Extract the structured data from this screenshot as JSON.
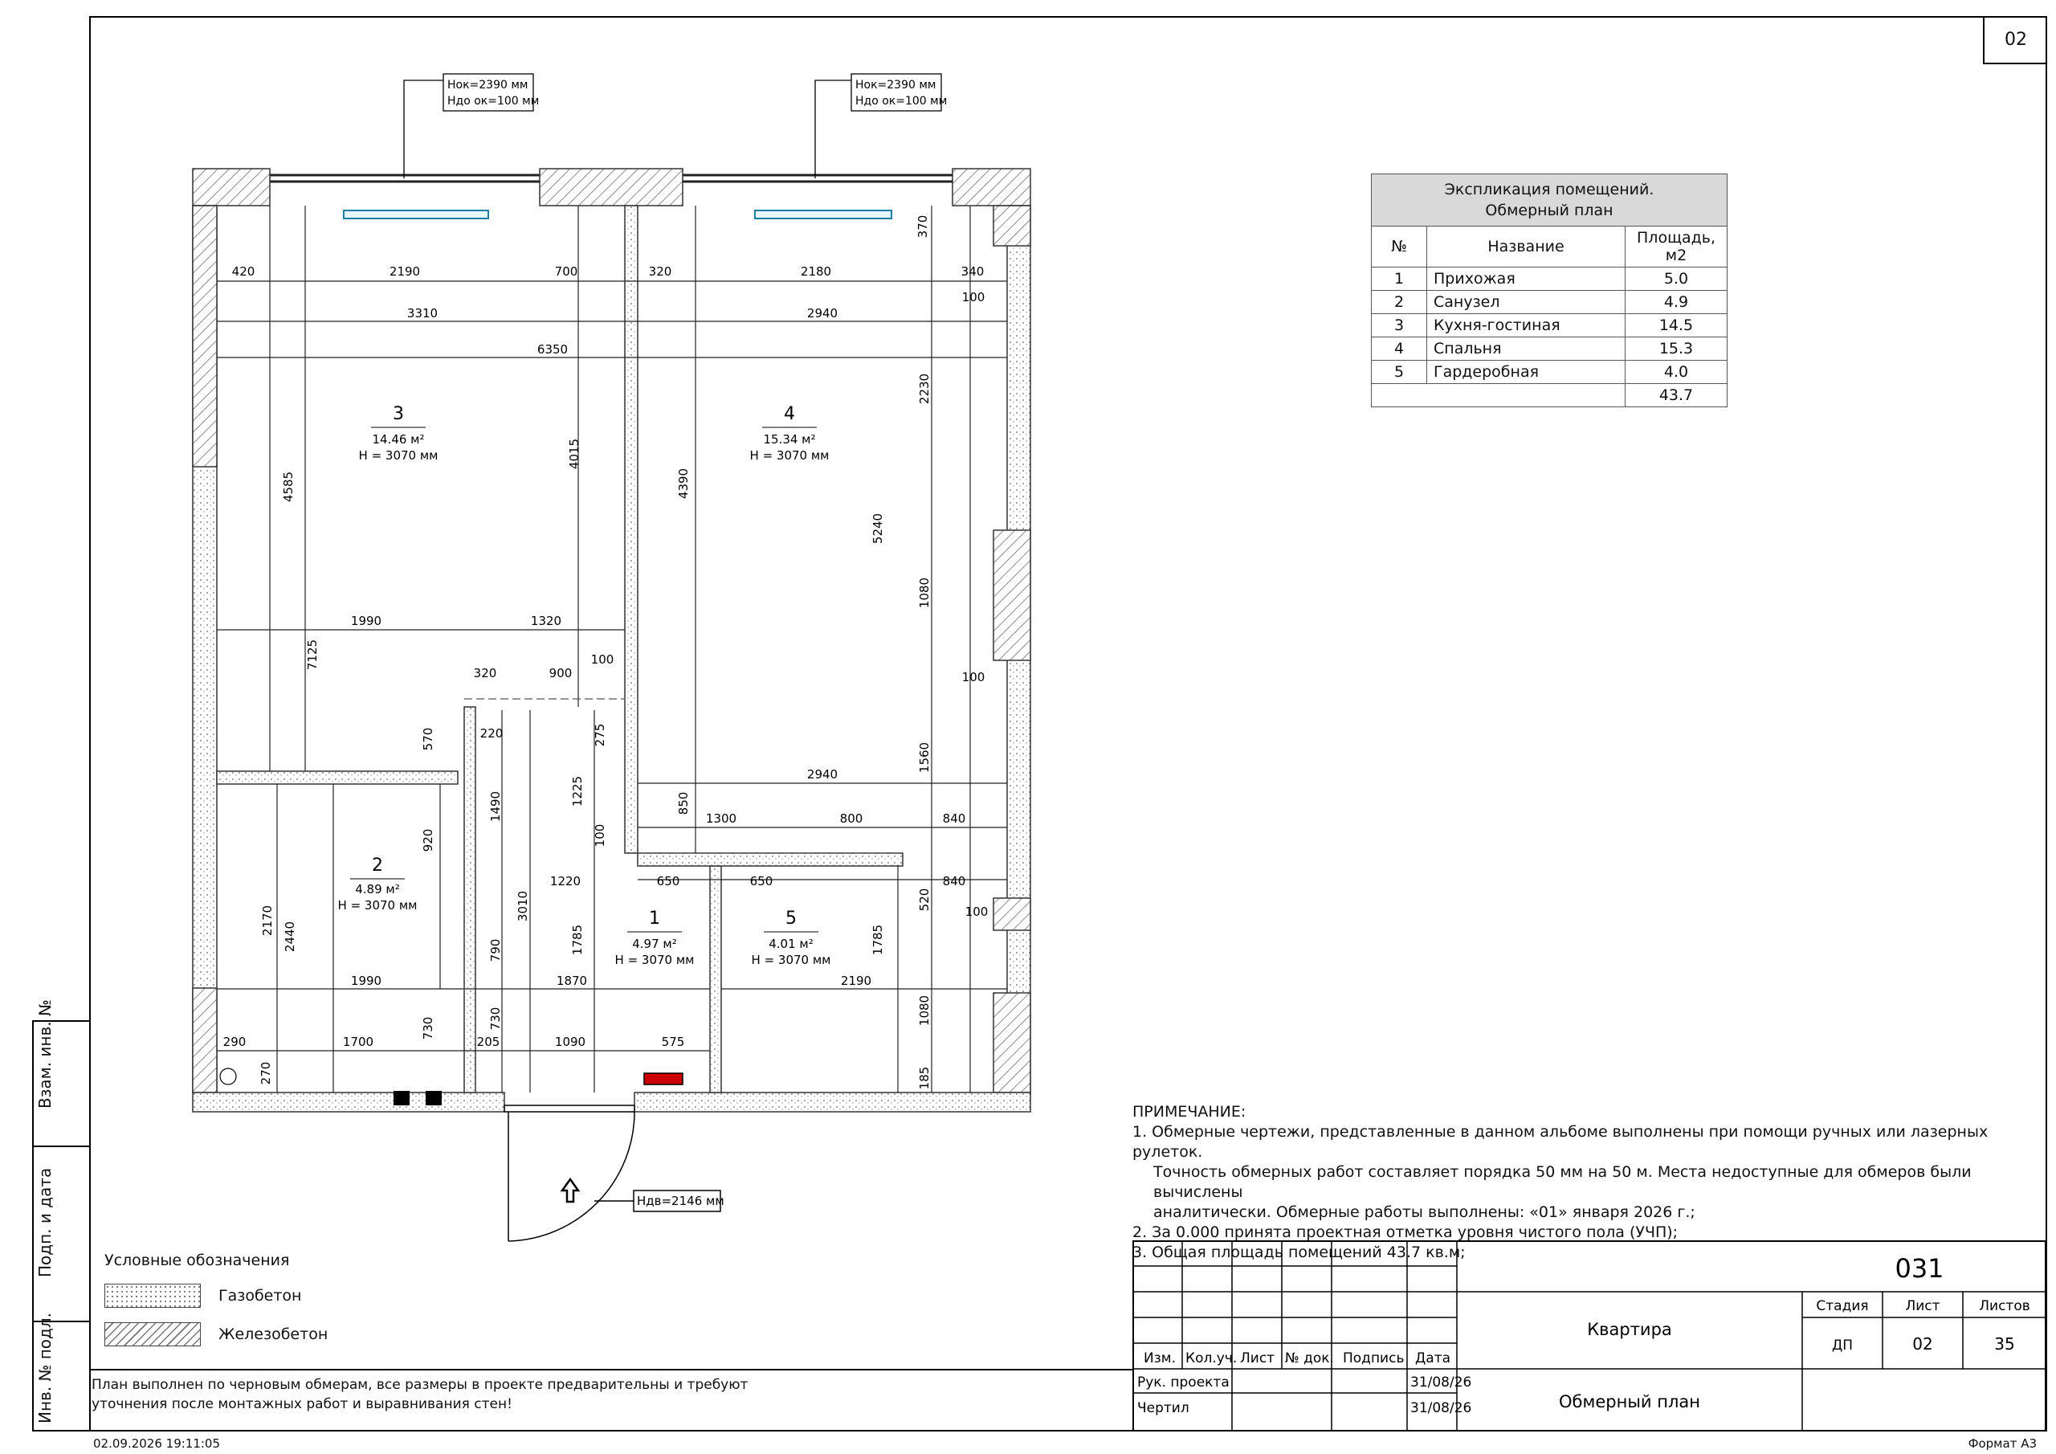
{
  "sheet_number": "02",
  "side_labels": {
    "vzam": "Взам. инв. №",
    "podp": "Подп. и дата",
    "inv": "Инв. № подл."
  },
  "windows": [
    {
      "line1": "Hок=2390 мм",
      "line2": "Hдо ок=100 мм"
    },
    {
      "line1": "Hок=2390 мм",
      "line2": "Hдо ок=100 мм"
    }
  ],
  "door_height": "Hдв=2146 мм",
  "rooms": [
    {
      "num": "3",
      "area": "14.46 м²",
      "height": "H = 3070 мм"
    },
    {
      "num": "4",
      "area": "15.34 м²",
      "height": "H = 3070 мм"
    },
    {
      "num": "2",
      "area": "4.89 м²",
      "height": "H = 3070 мм"
    },
    {
      "num": "1",
      "area": "4.97 м²",
      "height": "H = 3070 мм"
    },
    {
      "num": "5",
      "area": "4.01 м²",
      "height": "H = 3070 мм"
    }
  ],
  "dimensions": {
    "top_row": [
      "420",
      "2190",
      "700",
      "320",
      "2180",
      "340",
      "370",
      "100"
    ],
    "row2": [
      "3310",
      "2940"
    ],
    "total": "6350",
    "vertical": [
      "4585",
      "4015",
      "4390",
      "2230",
      "5240",
      "1080",
      "7125",
      "570",
      "100",
      "1560",
      "275",
      "1490",
      "1225",
      "850",
      "920",
      "100",
      "3010",
      "1785",
      "1785",
      "520",
      "2170",
      "2440",
      "790",
      "730",
      "730",
      "1080",
      "185",
      "270"
    ],
    "horizontal": [
      "1990",
      "1320",
      "320",
      "900",
      "100",
      "220",
      "2940",
      "1300",
      "800",
      "840",
      "1220",
      "650",
      "650",
      "840",
      "100",
      "1990",
      "1870",
      "2190",
      "290",
      "1700",
      "205",
      "1090",
      "575"
    ]
  },
  "explication": {
    "title_line1": "Экспликация помещений.",
    "title_line2": "Обмерный план",
    "headers": [
      "№",
      "Название",
      "Площадь, м2"
    ],
    "rows": [
      [
        "1",
        "Прихожая",
        "5.0"
      ],
      [
        "2",
        "Санузел",
        "4.9"
      ],
      [
        "3",
        "Кухня-гостиная",
        "14.5"
      ],
      [
        "4",
        "Спальня",
        "15.3"
      ],
      [
        "5",
        "Гардеробная",
        "4.0"
      ]
    ],
    "total": "43.7"
  },
  "notes": {
    "heading": "ПРИМЕЧАНИЕ:",
    "items": [
      "1.  Обмерные чертежи, представленные в данном альбоме выполнены при помощи ручных или лазерных рулеток.",
      "Точность обмерных работ составляет порядка 50 мм на 50 м. Места недоступные для обмеров были вычислены",
      "аналитически. Обмерные работы выполнены: «01» января 2026 г.;",
      "2.  За  0.000  принята проектная отметка уровня чистого пола (УЧП);",
      "3.  Общая площадь помещений 43.7 кв.м;"
    ]
  },
  "legend": {
    "title": "Условные   обозначения",
    "items": [
      {
        "label": "Газобетон",
        "type": "gas"
      },
      {
        "label": "Железобетон",
        "type": "concrete"
      }
    ]
  },
  "bottom_note": {
    "line1": "План выполнен по черновым обмерам, все размеры в проекте предварительны и требуют",
    "line2": "уточнения после монтажных работ и выравнивания стен!"
  },
  "title_block": {
    "code": "031",
    "object": "Квартира",
    "sheet_title": "Обмерный план",
    "col_headers": [
      "Изм.",
      "Кол.уч.",
      "Лист",
      "№ док.",
      "Подпись",
      "Дата"
    ],
    "roles": [
      {
        "role": "Рук. проекта",
        "date": "31/08/26"
      },
      {
        "role": "Чертил",
        "date": "31/08/26"
      }
    ],
    "stage_label": "Стадия",
    "sheet_label": "Лист",
    "sheets_label": "Листов",
    "stage": "ДП",
    "sheet": "02",
    "sheets": "35"
  },
  "datestamp": "02.09.2026 19:11:05",
  "format": "Формат А3"
}
